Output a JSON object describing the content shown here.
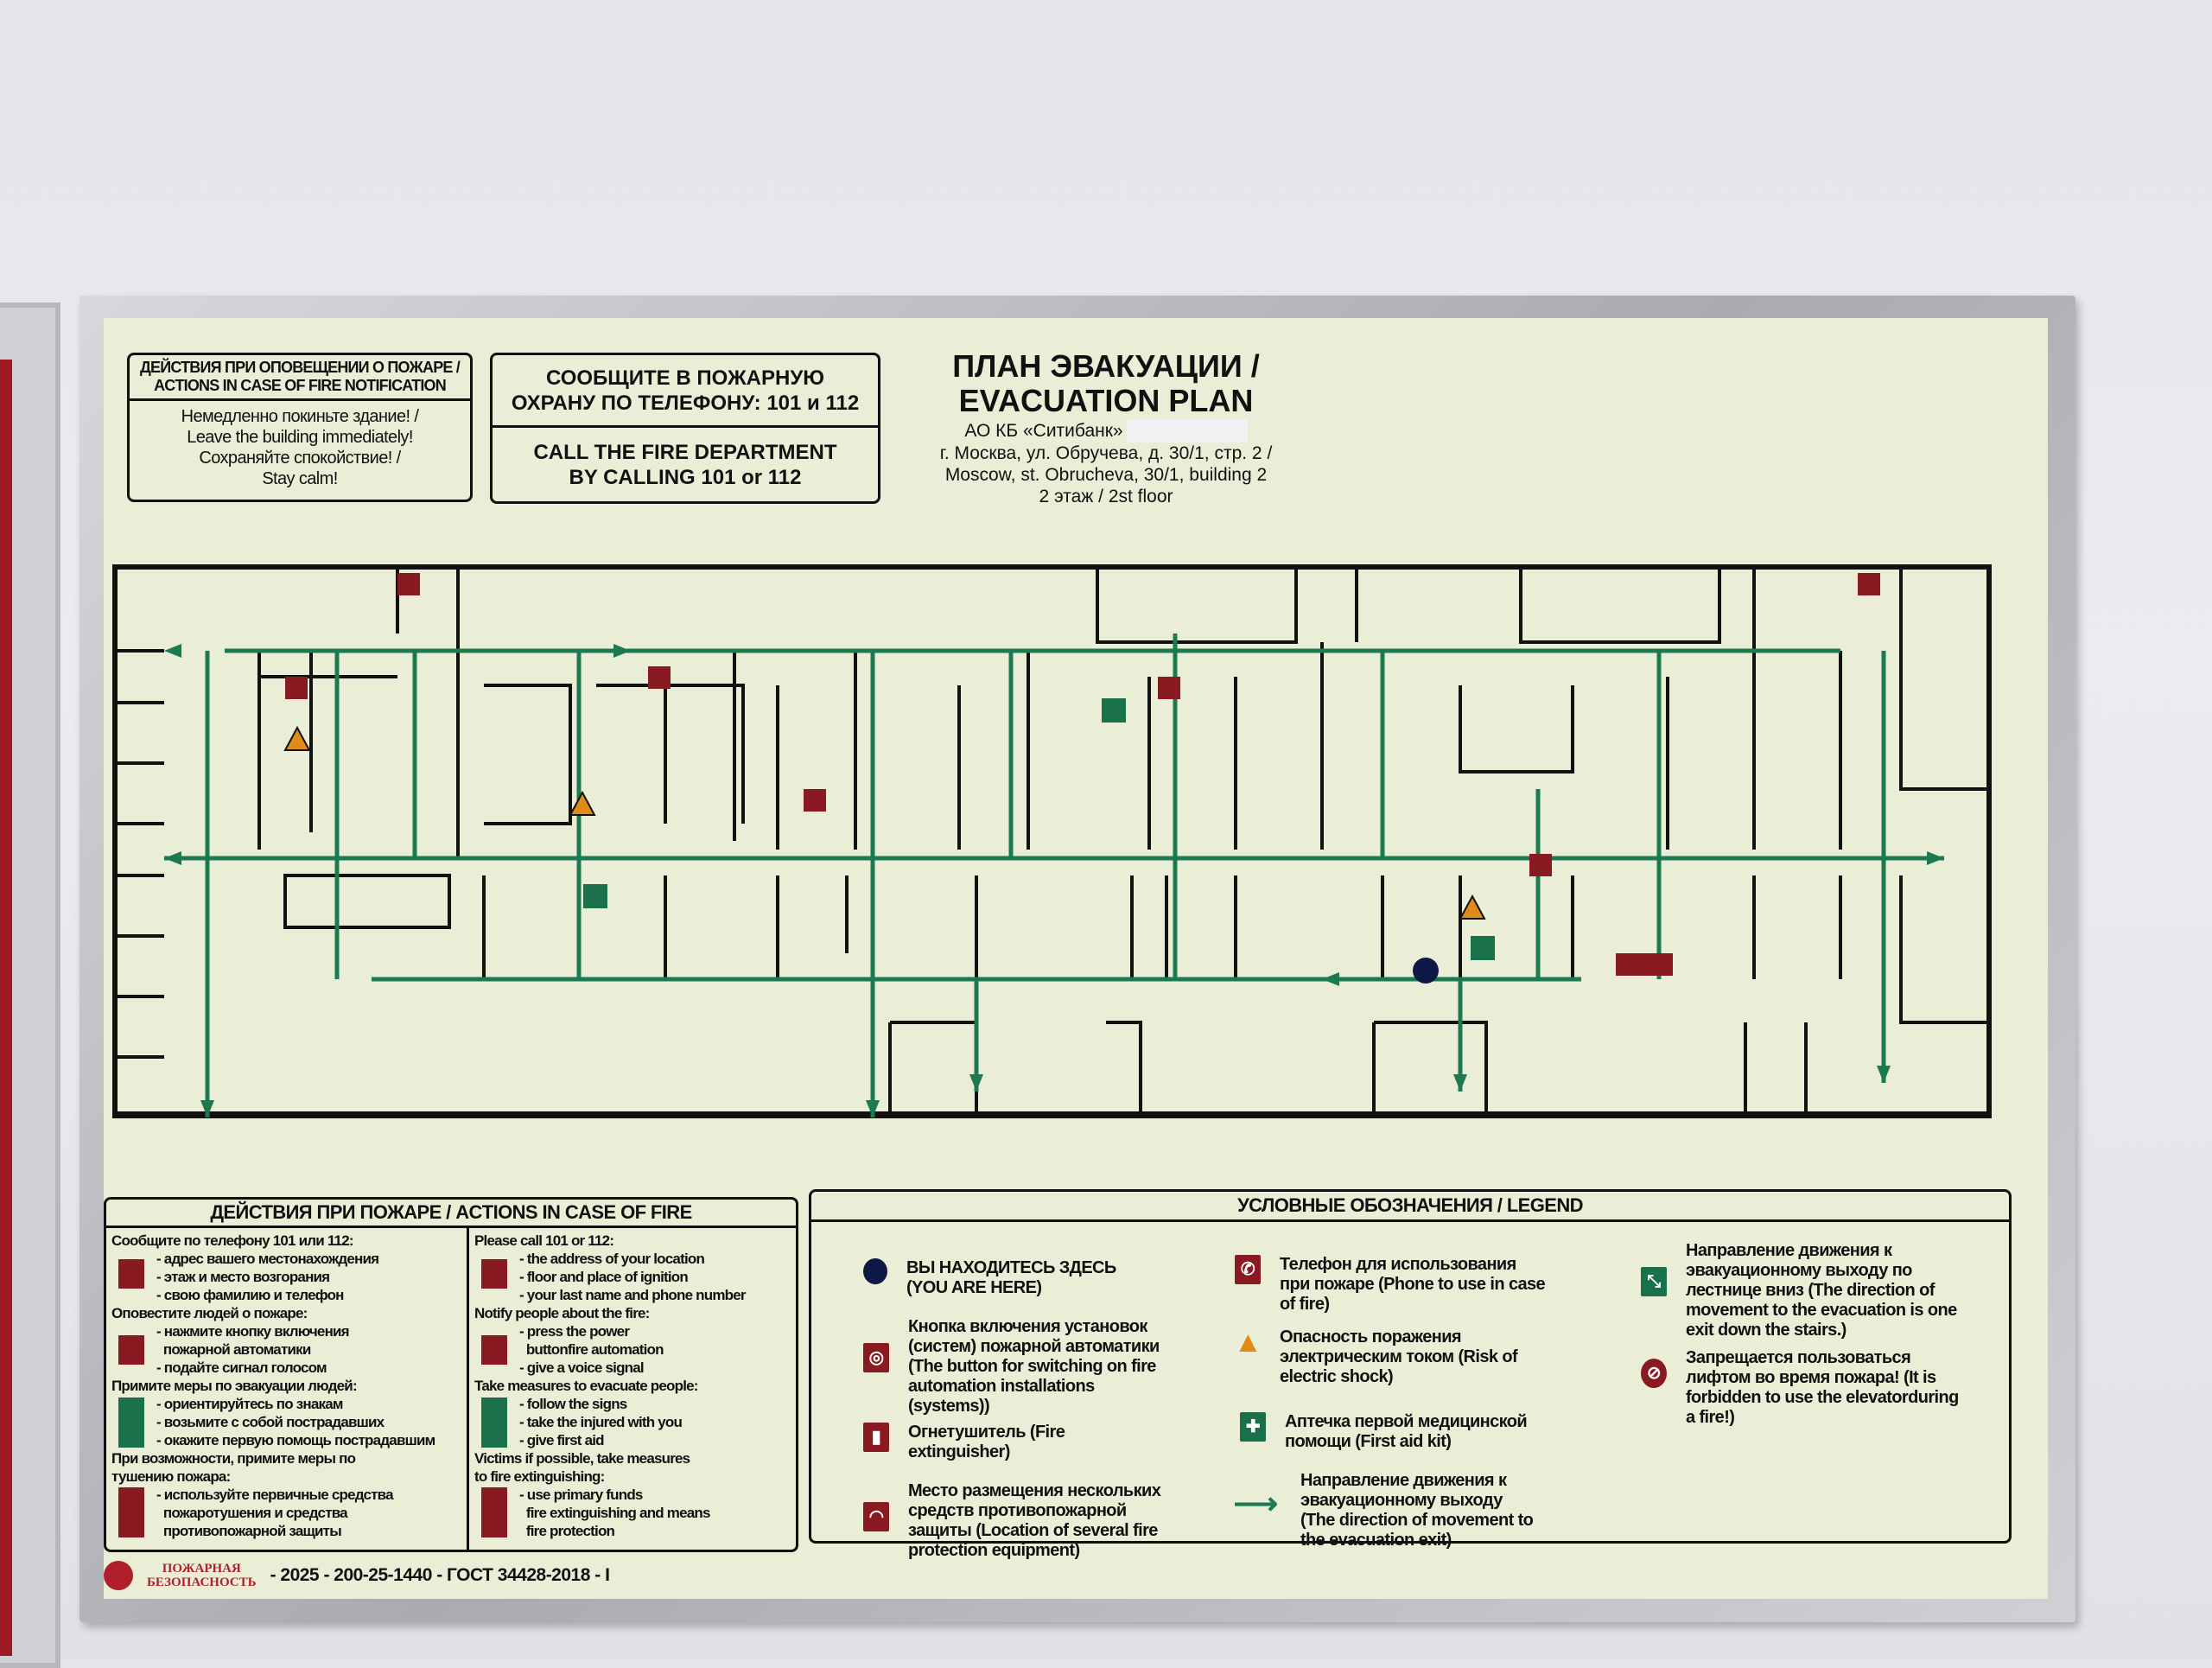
{
  "notification_box": {
    "title_ru": "ДЕЙСТВИЯ ПРИ ОПОВЕЩЕНИИ О ПОЖАРЕ /",
    "title_en": "ACTIONS IN CASE OF FIRE NOTIFICATION",
    "lines": [
      "Немедленно покиньте здание! /",
      "Leave the building immediately!",
      "Сохраняйте спокойствие! /",
      "Stay calm!"
    ]
  },
  "call_box": {
    "ru_line1": "СООБЩИТЕ В ПОЖАРНУЮ",
    "ru_line2": "ОХРАНУ ПО ТЕЛЕФОНУ: 101 и 112",
    "en_line1": "CALL THE FIRE DEPARTMENT",
    "en_line2": "BY CALLING 101 or 112"
  },
  "header": {
    "title_ru": "ПЛАН ЭВАКУАЦИИ /",
    "title_en": "EVACUATION PLAN",
    "org": "АО КБ «Ситибанк»",
    "address_ru": "г. Москва, ул. Обручева, д. 30/1, стр. 2 /",
    "address_en": "Moscow, st. Obrucheva, 30/1, building 2",
    "floor": "2 этаж / 2st floor"
  },
  "actions": {
    "title": "ДЕЙСТВИЯ ПРИ ПОЖАРЕ / ACTIONS IN CASE OF FIRE",
    "ru": {
      "h1": "Сообщите по телефону 101 или 112:",
      "l1": [
        "- адрес вашего местонахождения",
        "- этаж и место возгорания",
        "- свою фамилию и телефон"
      ],
      "h2": "Оповестите людей о пожаре:",
      "l2": [
        "- нажмите кнопку включения",
        "  пожарной автоматики",
        "- подайте сигнал голосом"
      ],
      "h3": "Примите меры по эвакуации людей:",
      "l3": [
        "- ориентируйтесь по знакам",
        "- возьмите с собой пострадавших",
        "- окажите первую помощь пострадавшим"
      ],
      "h4": "При возможности, примите меры по",
      "h4b": "тушению пожара:",
      "l4": [
        "- используйте первичные средства",
        "  пожаротушения и средства",
        "  противопожарной защиты"
      ]
    },
    "en": {
      "h1": "Please call 101 or 112:",
      "l1": [
        "- the address of your location",
        "- floor and place of ignition",
        "- your last name and phone number"
      ],
      "h2": "Notify people about the fire:",
      "l2": [
        "- press the power",
        "  buttonfire automation",
        "- give a voice signal"
      ],
      "h3": "Take measures to evacuate people:",
      "l3": [
        "- follow the signs",
        "- take the injured with you",
        "- give first aid"
      ],
      "h4": "Victims if possible, take measures",
      "h4b": "to fire extinguishing:",
      "l4": [
        "- use primary funds",
        "  fire extinguishing and means",
        "  fire protection"
      ]
    }
  },
  "legend": {
    "title": "УСЛОВНЫЕ ОБОЗНАЧЕНИЯ / LEGEND",
    "items": [
      {
        "icon": "you-are-here-dot",
        "text": "ВЫ НАХОДИТЕСЬ ЗДЕСЬ (YOU ARE HERE)"
      },
      {
        "icon": "fire-alarm-button",
        "text": "Кнопка включения установок (систем) пожарной автоматики (The button for switching on fire automation installations (systems))"
      },
      {
        "icon": "fire-extinguisher",
        "text": "Огнетушитель (Fire extinguisher)"
      },
      {
        "icon": "fire-equipment-location",
        "text": "Место размещения нескольких средств противопожарной защиты (Location of several fire protection equipment)"
      },
      {
        "icon": "fire-phone",
        "text": "Телефон для использования при пожаре (Phone to use in case of fire)"
      },
      {
        "icon": "electric-shock-warning",
        "text": "Опасность поражения электрическим током (Risk of electric shock)"
      },
      {
        "icon": "first-aid-kit",
        "text": "Аптечка первой медицинской помощи (First aid kit)"
      },
      {
        "icon": "evacuation-arrow",
        "text": "Направление движения к эвакуационному выходу (The direction of movement to the evacuation exit)"
      },
      {
        "icon": "stairs-down-exit",
        "text": "Направление движения к эвакуационному выходу по лестнице вниз (The direction of movement to the evacuation is one exit down the stairs.)"
      },
      {
        "icon": "no-elevator",
        "text": "Запрещается пользоваться лифтом во время пожара! (It is forbidden to use the elevatorduring a fire!)"
      }
    ]
  },
  "footer": {
    "logo_line1": "ПОЖАРНАЯ",
    "logo_line2": "БЕЗОПАСНОСТЬ",
    "code": "- 2025 - 200-25-1440 - ГОСТ 34428-2018 - I"
  },
  "colors": {
    "panel": "#ebeed6",
    "route": "#1b7a52",
    "sign_red": "#8a1a22",
    "wall": "#111111",
    "you_are_here": "#0d1a45"
  }
}
